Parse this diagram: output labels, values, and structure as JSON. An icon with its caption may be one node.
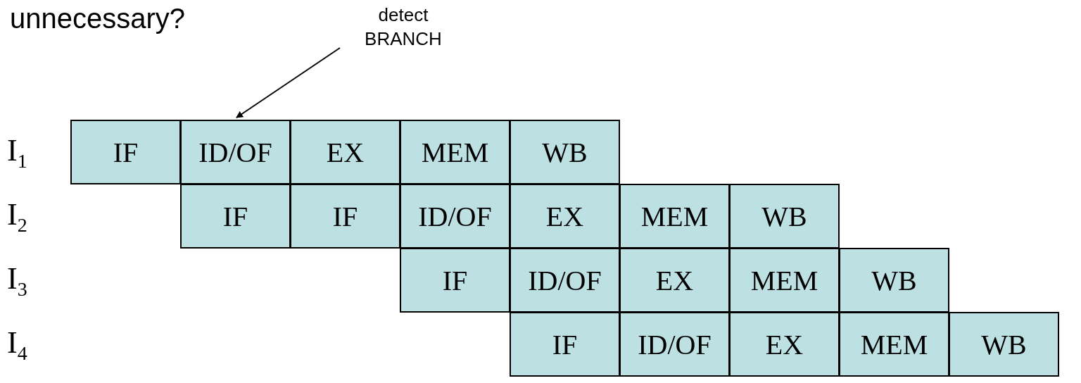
{
  "diagram": {
    "nodes": [
      {
        "text": [
          "detect BRANCH"
        ]
      },
      {
        "text": [
          "IF"
        ]
      },
      {
        "text": [
          "ID/OF"
        ]
      },
      {
        "text": [
          "EX"
        ]
      },
      {
        "text": [
          "MEM"
        ]
      },
      {
        "text": [
          "WB"
        ]
      },
      {
        "text": [
          "IF"
        ]
      },
      {
        "text": [
          "IF"
        ]
      },
      {
        "text": [
          "ID/OF"
        ]
      },
      {
        "text": [
          "EX"
        ]
      },
      {
        "text": [
          "MEM"
        ]
      },
      {
        "text": [
          "WB"
        ]
      },
      {
        "text": [
          "IF"
        ]
      },
      {
        "text": [
          "ID/OF"
        ]
      },
      {
        "text": [
          "EX"
        ]
      },
      {
        "text": [
          "MEM"
        ]
      },
      {
        "text": [
          "WB"
        ]
      },
      {
        "text": [
          "IF"
        ]
      },
      {
        "text": [
          "ID/OF"
        ]
      },
      {
        "text": [
          "EX"
        ]
      },
      {
        "text": [
          "MEM"
        ]
      },
      {
        "text": [
          "WB"
        ]
      }
    ],
    "edges": [
      {
        "from": 0,
        "to": 2,
        "arrow": "to"
      }
    ],
    "labels": [
      "unnecessary?",
      "I$_{1}$",
      "I$_{2}$",
      "I$_{3}$",
      "I$_{4}$"
    ]
  }
}
